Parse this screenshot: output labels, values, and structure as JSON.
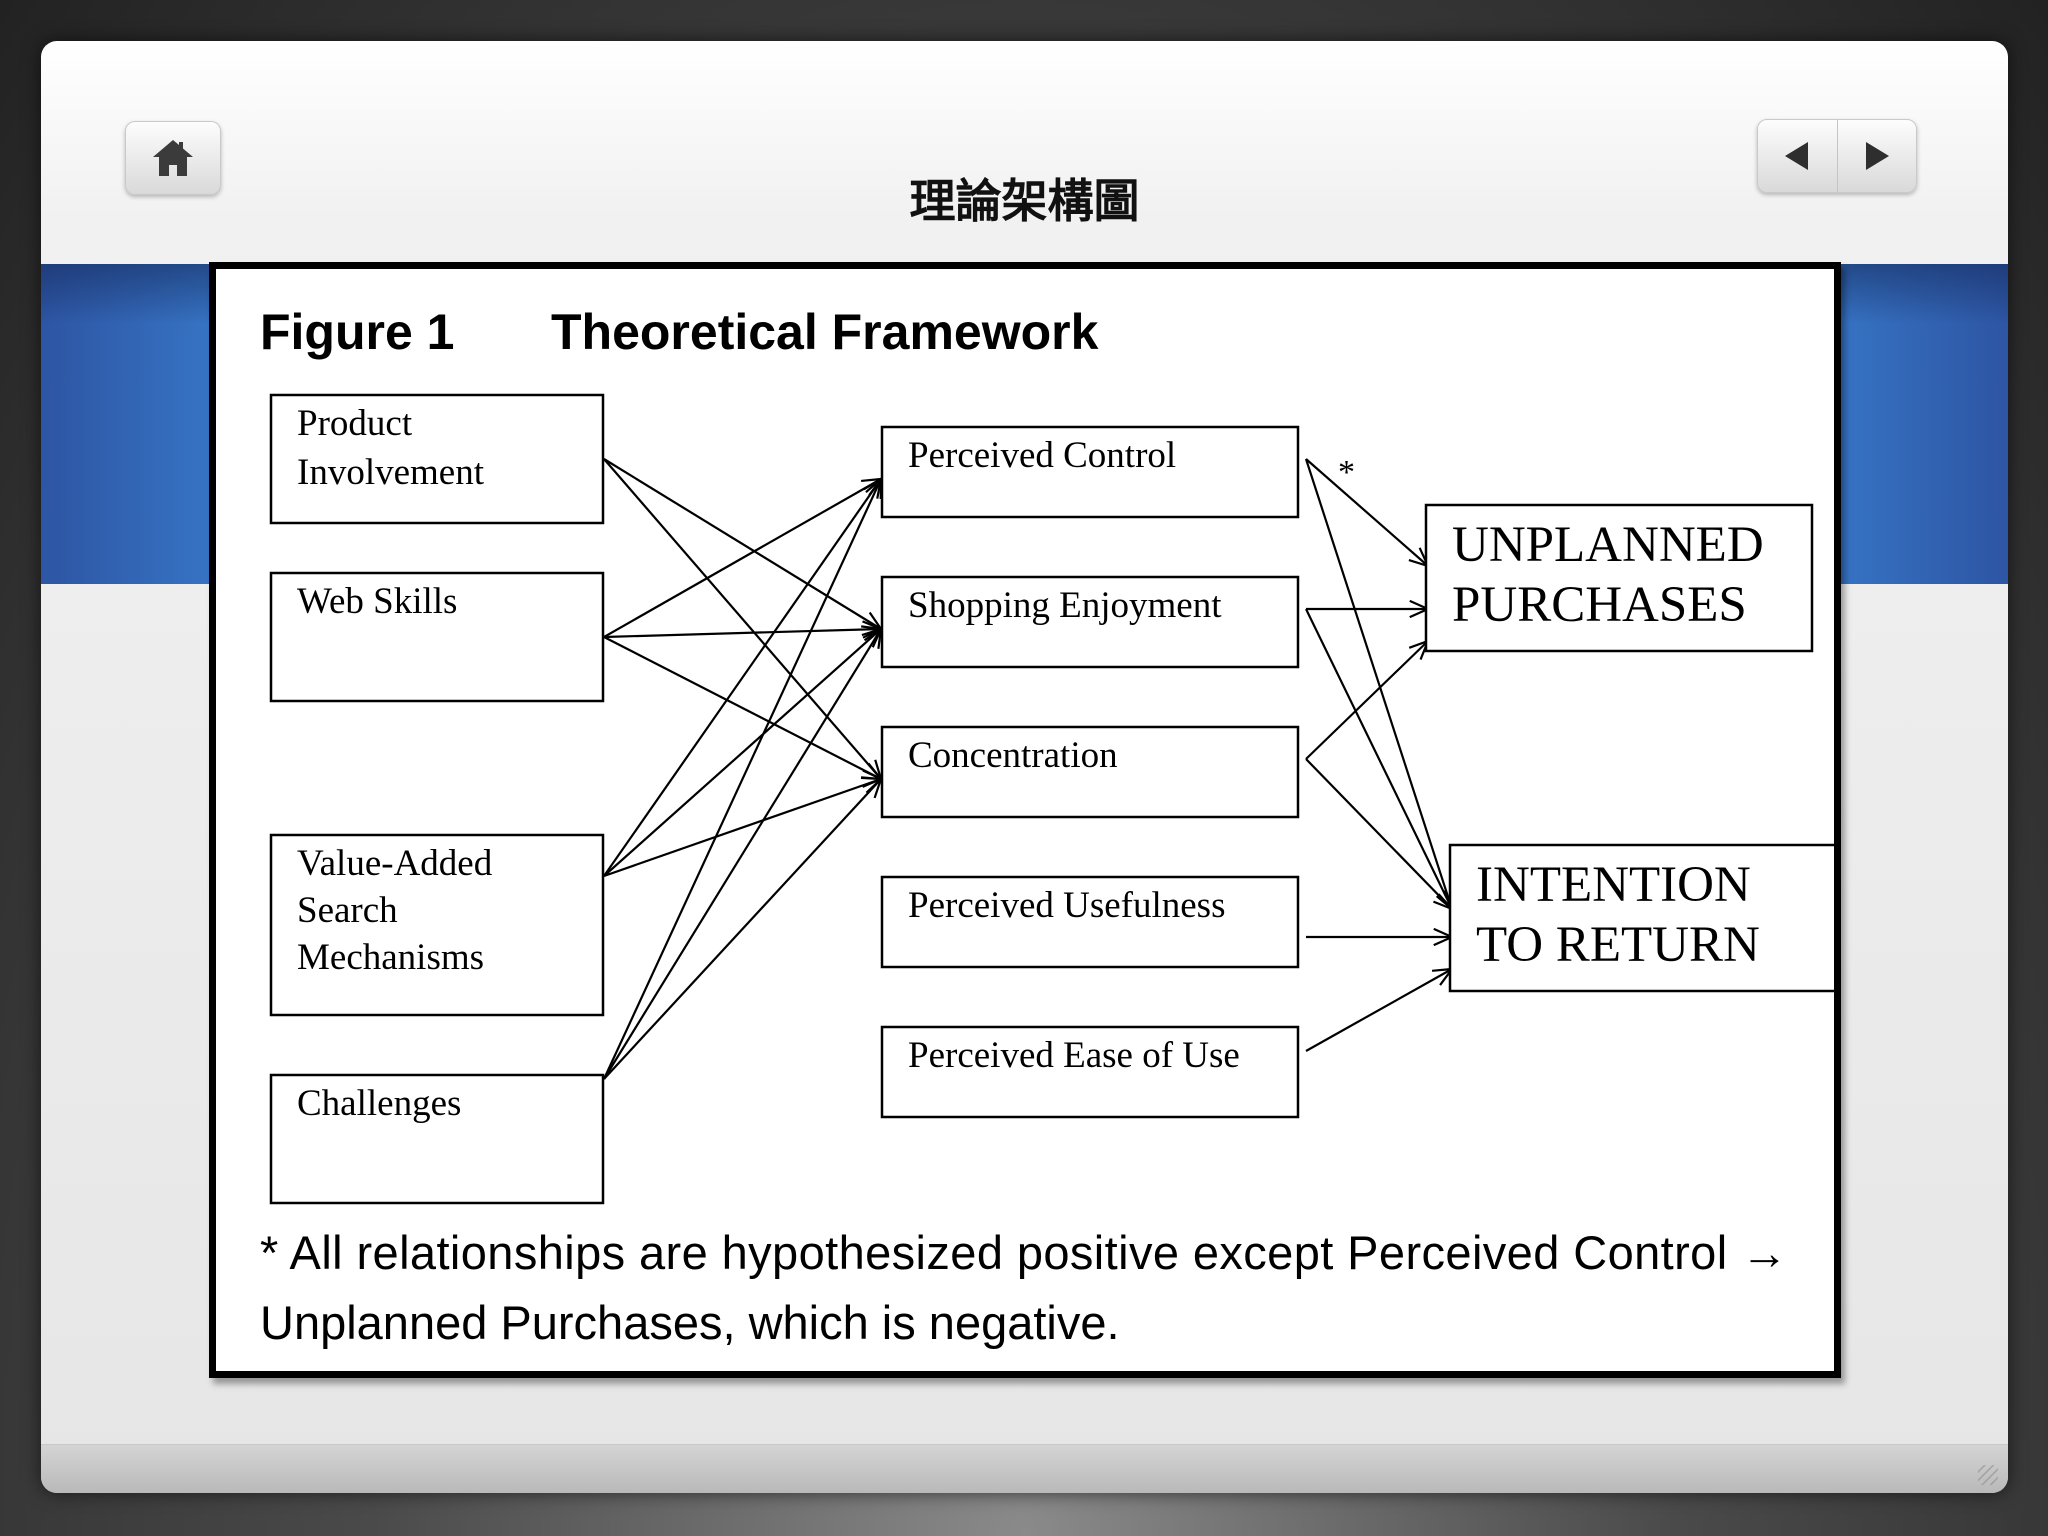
{
  "slide": {
    "title": "理論架構圖"
  },
  "toolbar": {
    "home_icon": "home-icon",
    "prev_icon": "triangle-left-icon",
    "next_icon": "triangle-right-icon"
  },
  "figure": {
    "number": "Figure 1",
    "title": "Theoretical Framework",
    "antecedents": [
      {
        "id": "pi",
        "lines": [
          "Product",
          "Involvement"
        ]
      },
      {
        "id": "ws",
        "lines": [
          "Web Skills"
        ]
      },
      {
        "id": "va",
        "lines": [
          "Value-Added",
          "Search",
          "Mechanisms"
        ]
      },
      {
        "id": "ch",
        "lines": [
          "Challenges"
        ]
      }
    ],
    "mediators": [
      {
        "id": "pc",
        "lines": [
          "Perceived Control"
        ]
      },
      {
        "id": "se",
        "lines": [
          "Shopping Enjoyment"
        ]
      },
      {
        "id": "co",
        "lines": [
          "Concentration"
        ]
      },
      {
        "id": "pu",
        "lines": [
          "Perceived Usefulness"
        ]
      },
      {
        "id": "pe",
        "lines": [
          "Perceived Ease of Use"
        ]
      }
    ],
    "outcomes": [
      {
        "id": "up",
        "lines": [
          "UNPLANNED",
          "PURCHASES"
        ]
      },
      {
        "id": "ir",
        "lines": [
          "INTENTION",
          "TO RETURN"
        ]
      }
    ],
    "edges": [
      [
        "pi",
        "se"
      ],
      [
        "pi",
        "co"
      ],
      [
        "ws",
        "pc"
      ],
      [
        "ws",
        "se"
      ],
      [
        "ws",
        "co"
      ],
      [
        "va",
        "pc"
      ],
      [
        "va",
        "se"
      ],
      [
        "va",
        "co"
      ],
      [
        "ch",
        "pc"
      ],
      [
        "ch",
        "se"
      ],
      [
        "ch",
        "co"
      ],
      [
        "pc",
        "up"
      ],
      [
        "pc",
        "ir"
      ],
      [
        "se",
        "up"
      ],
      [
        "se",
        "ir"
      ],
      [
        "co",
        "up"
      ],
      [
        "co",
        "ir"
      ],
      [
        "pu",
        "ir"
      ],
      [
        "pe",
        "ir"
      ]
    ],
    "negative_marker": "*",
    "note_line1": "* All relationships are hypothesized positive except Perceived Control →",
    "note_line2": "Unplanned Purchases, which is negative."
  },
  "colors": {
    "band_blue": "#3f8be0",
    "panel_border": "#000000"
  }
}
